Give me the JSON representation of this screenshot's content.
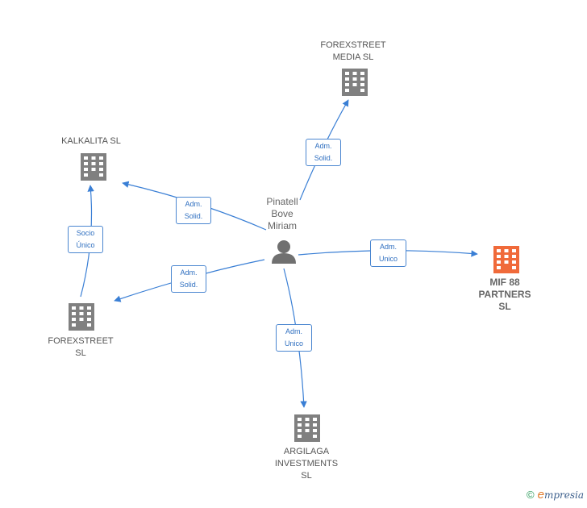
{
  "colors": {
    "edge": "#3a7fd5",
    "building": "#808080",
    "building_main": "#f06a3a",
    "person": "#707070"
  },
  "person": {
    "label": "Pinatell\nBove\nMiriam"
  },
  "companies": {
    "forexstreet_media": "FOREXSTREET\nMEDIA  SL",
    "kalkalita": "KALKALITA SL",
    "mif88": "MIF 88\nPARTNERS\nSL",
    "forexstreet": "FOREXSTREET\nSL",
    "argilaga": "ARGILAGA\nINVESTMENTS\nSL"
  },
  "edges": {
    "to_forexstreet_media": "Adm.\nSolid.",
    "to_kalkalita": "Adm.\nSolid.",
    "to_mif88": "Adm.\nUnico",
    "to_forexstreet": "Adm.\nSolid.",
    "to_argilaga": "Adm.\nUnico",
    "forexstreet_to_kalkalita": "Socio\nÚnico"
  },
  "footer": {
    "copyright": "©",
    "brand_initial": "e",
    "brand_rest": "mpresia"
  }
}
